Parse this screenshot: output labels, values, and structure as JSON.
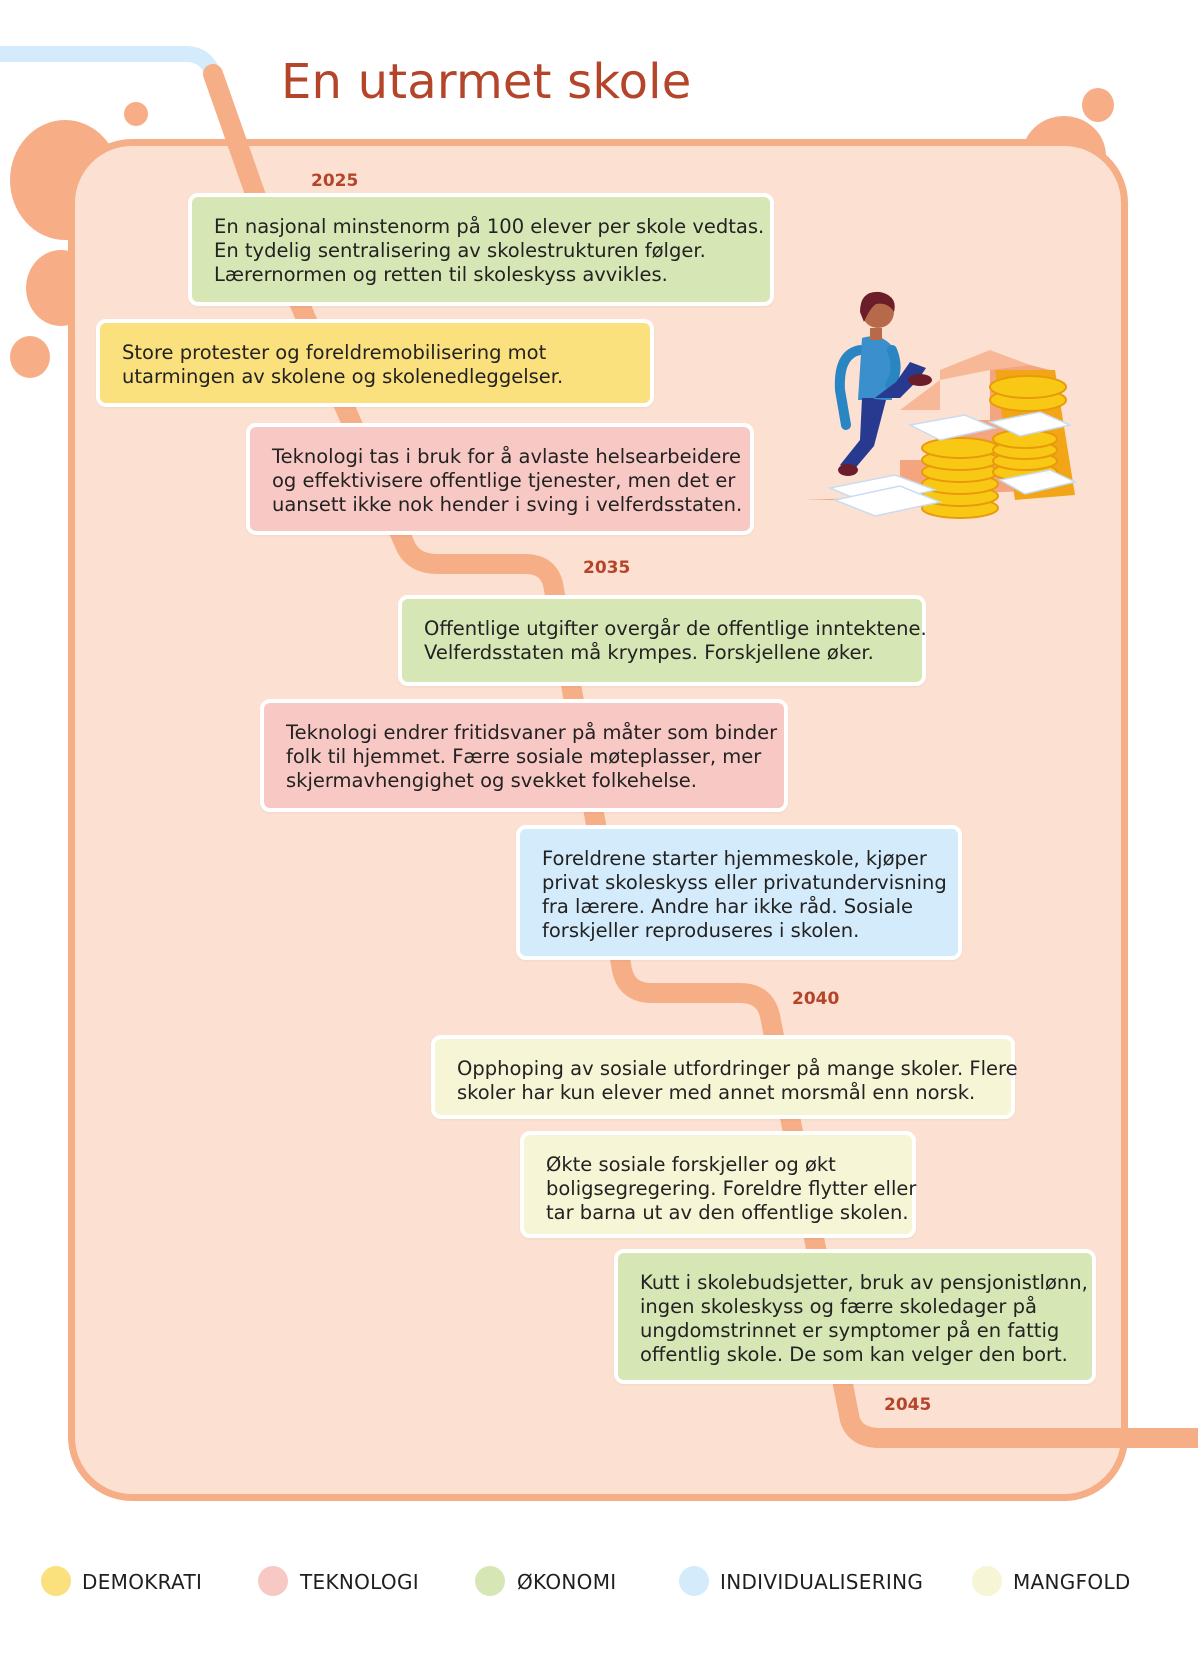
{
  "title": "En utarmet skole",
  "colors": {
    "demokrati": "#fbe07e",
    "teknologi": "#f8c9c4",
    "okonomi": "#d7e6b5",
    "individualisering": "#d4ebfc",
    "mangfold": "#f6f5d6",
    "path": "#f6ae86",
    "panel": "#fce1d2",
    "accent": "#b5452a"
  },
  "years": [
    "2025",
    "2035",
    "2040",
    "2045"
  ],
  "events": [
    {
      "category": "okonomi",
      "lines": [
        "En nasjonal minstenorm på 100 elever per skole vedtas.",
        "En tydelig sentralisering av skolestrukturen følger.",
        "Lærernormen og retten til skoleskyss avvikles."
      ]
    },
    {
      "category": "demokrati",
      "lines": [
        "Store protester og foreldremobilisering mot",
        "utarmingen av skolene og skolenedleggelser."
      ]
    },
    {
      "category": "teknologi",
      "lines": [
        "Teknologi tas i bruk for å avlaste helsearbeidere",
        "og effektivisere offentlige tjenester, men det er",
        "uansett ikke nok hender i sving i velferdsstaten."
      ]
    },
    {
      "category": "okonomi",
      "lines": [
        "Offentlige utgifter overgår de offentlige inntektene.",
        "Velferdsstaten må krympes. Forskjellene øker."
      ]
    },
    {
      "category": "teknologi",
      "lines": [
        "Teknologi endrer fritidsvaner på måter som binder",
        "folk til hjemmet. Færre sosiale møteplasser, mer",
        "skjermavhengighet og svekket folkehelse."
      ]
    },
    {
      "category": "individualisering",
      "lines": [
        "Foreldrene starter hjemmeskole, kjøper",
        "privat skoleskyss eller privatundervisning",
        "fra lærere. Andre har ikke råd. Sosiale",
        "forskjeller reproduseres i skolen."
      ]
    },
    {
      "category": "mangfold",
      "lines": [
        "Opphoping av sosiale utfordringer på mange skoler. Flere",
        "skoler har kun elever med annet morsmål enn norsk."
      ]
    },
    {
      "category": "mangfold",
      "lines": [
        "Økte sosiale forskjeller og økt",
        "boligsegregering. Foreldre flytter eller",
        "tar barna ut av den offentlige skolen."
      ]
    },
    {
      "category": "okonomi",
      "lines": [
        "Kutt i skolebudsjetter, bruk av pensjonistlønn,",
        "ingen skoleskyss og færre skoledager på",
        "ungdomstrinnet er symptomer på en fattig",
        "offentlig skole. De som kan velger den bort."
      ]
    }
  ],
  "legend": [
    {
      "key": "demokrati",
      "label": "DEMOKRATI"
    },
    {
      "key": "teknologi",
      "label": "TEKNOLOGI"
    },
    {
      "key": "okonomi",
      "label": "ØKONOMI"
    },
    {
      "key": "individualisering",
      "label": "INDIVIDUALISERING"
    },
    {
      "key": "mangfold",
      "label": "MANGFOLD"
    }
  ],
  "illustration": {
    "icon": "person-climbing-coin-stairs-icon"
  }
}
